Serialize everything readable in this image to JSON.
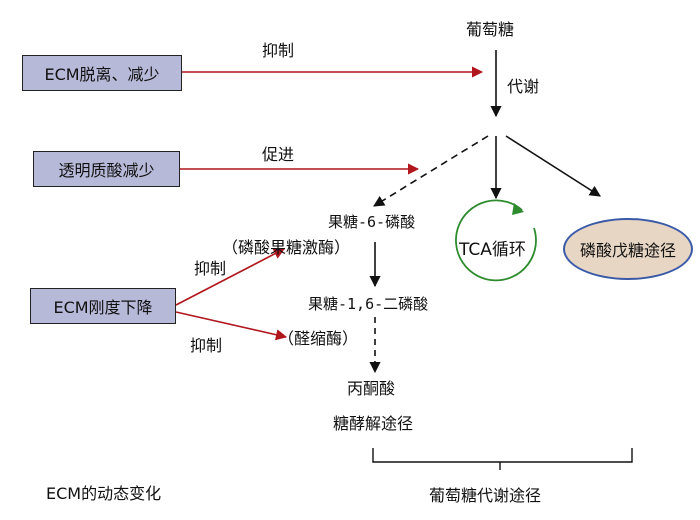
{
  "boxes": {
    "ecm_detach": "ECM脱离、减少",
    "hyaluronic": "透明质酸减少",
    "ecm_stiffness": "ECM刚度下降"
  },
  "arrow_labels": {
    "inhibit_top": "抑制",
    "promote": "促进",
    "inhibit_pfk": "抑制",
    "inhibit_aldolase": "抑制",
    "metabolism": "代谢"
  },
  "nodes": {
    "glucose": "葡萄糖",
    "f6p": "果糖-6-磷酸",
    "pfk": "（磷酸果糖激酶）",
    "f16bp": "果糖-1,6-二磷酸",
    "aldolase": "（醛缩酶）",
    "pyruvate": "丙酮酸",
    "glycolysis": "糖酵解途径",
    "tca": "TCA循环",
    "ppp": "磷酸戊糖途径"
  },
  "captions": {
    "left": "ECM的动态变化",
    "right": "葡萄糖代谢途径"
  },
  "colors": {
    "box_fill": "#b7b9d8",
    "inhibit_arrow": "#b0161c",
    "tca_circle": "#2e8b2e",
    "ppp_fill": "#e7d6c4",
    "ppp_border": "#3a5aa8"
  }
}
